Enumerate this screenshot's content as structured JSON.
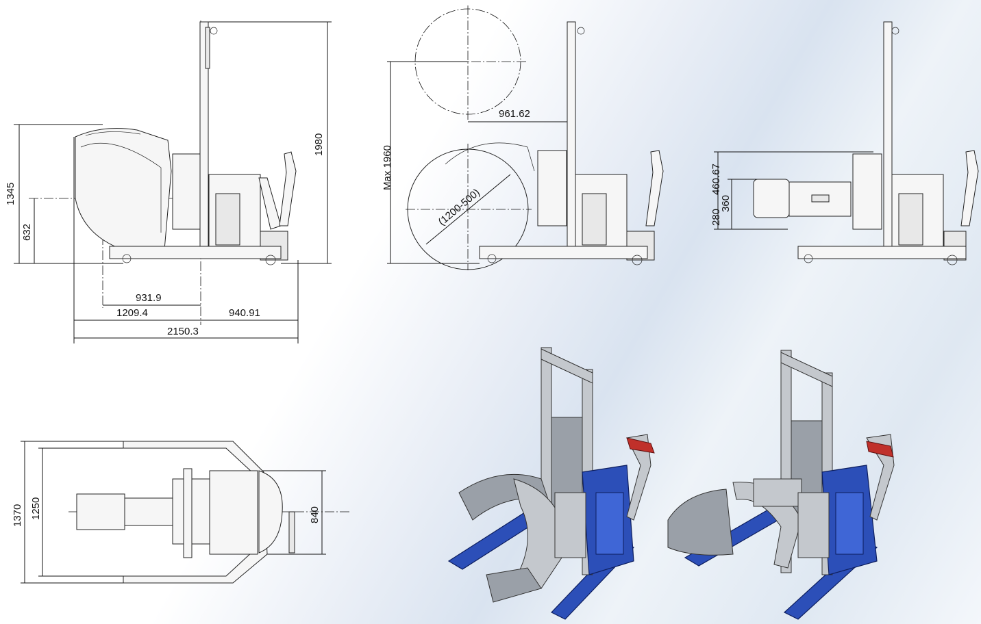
{
  "dimensions": {
    "side_view_1": {
      "overall_height": "1345",
      "axis_height": "632",
      "mast_height": "1980",
      "inner_length": "931.9",
      "front_length": "1209.4",
      "rear_length": "940.91",
      "total_length": "2150.3"
    },
    "side_view_2": {
      "max_height": "Max 1960",
      "reach": "961.62",
      "roll_diameter": "(1200-500)"
    },
    "side_view_3": {
      "height_a": "460.67",
      "height_b": "280",
      "height_c": "360"
    },
    "top_view": {
      "outer_width": "1370",
      "inner_width": "1250",
      "body_width": "840"
    }
  },
  "colors": {
    "chassis": "#2c4fb8",
    "arms": "#9aa0a8",
    "handle": "#c0302a",
    "line": "#111111"
  }
}
